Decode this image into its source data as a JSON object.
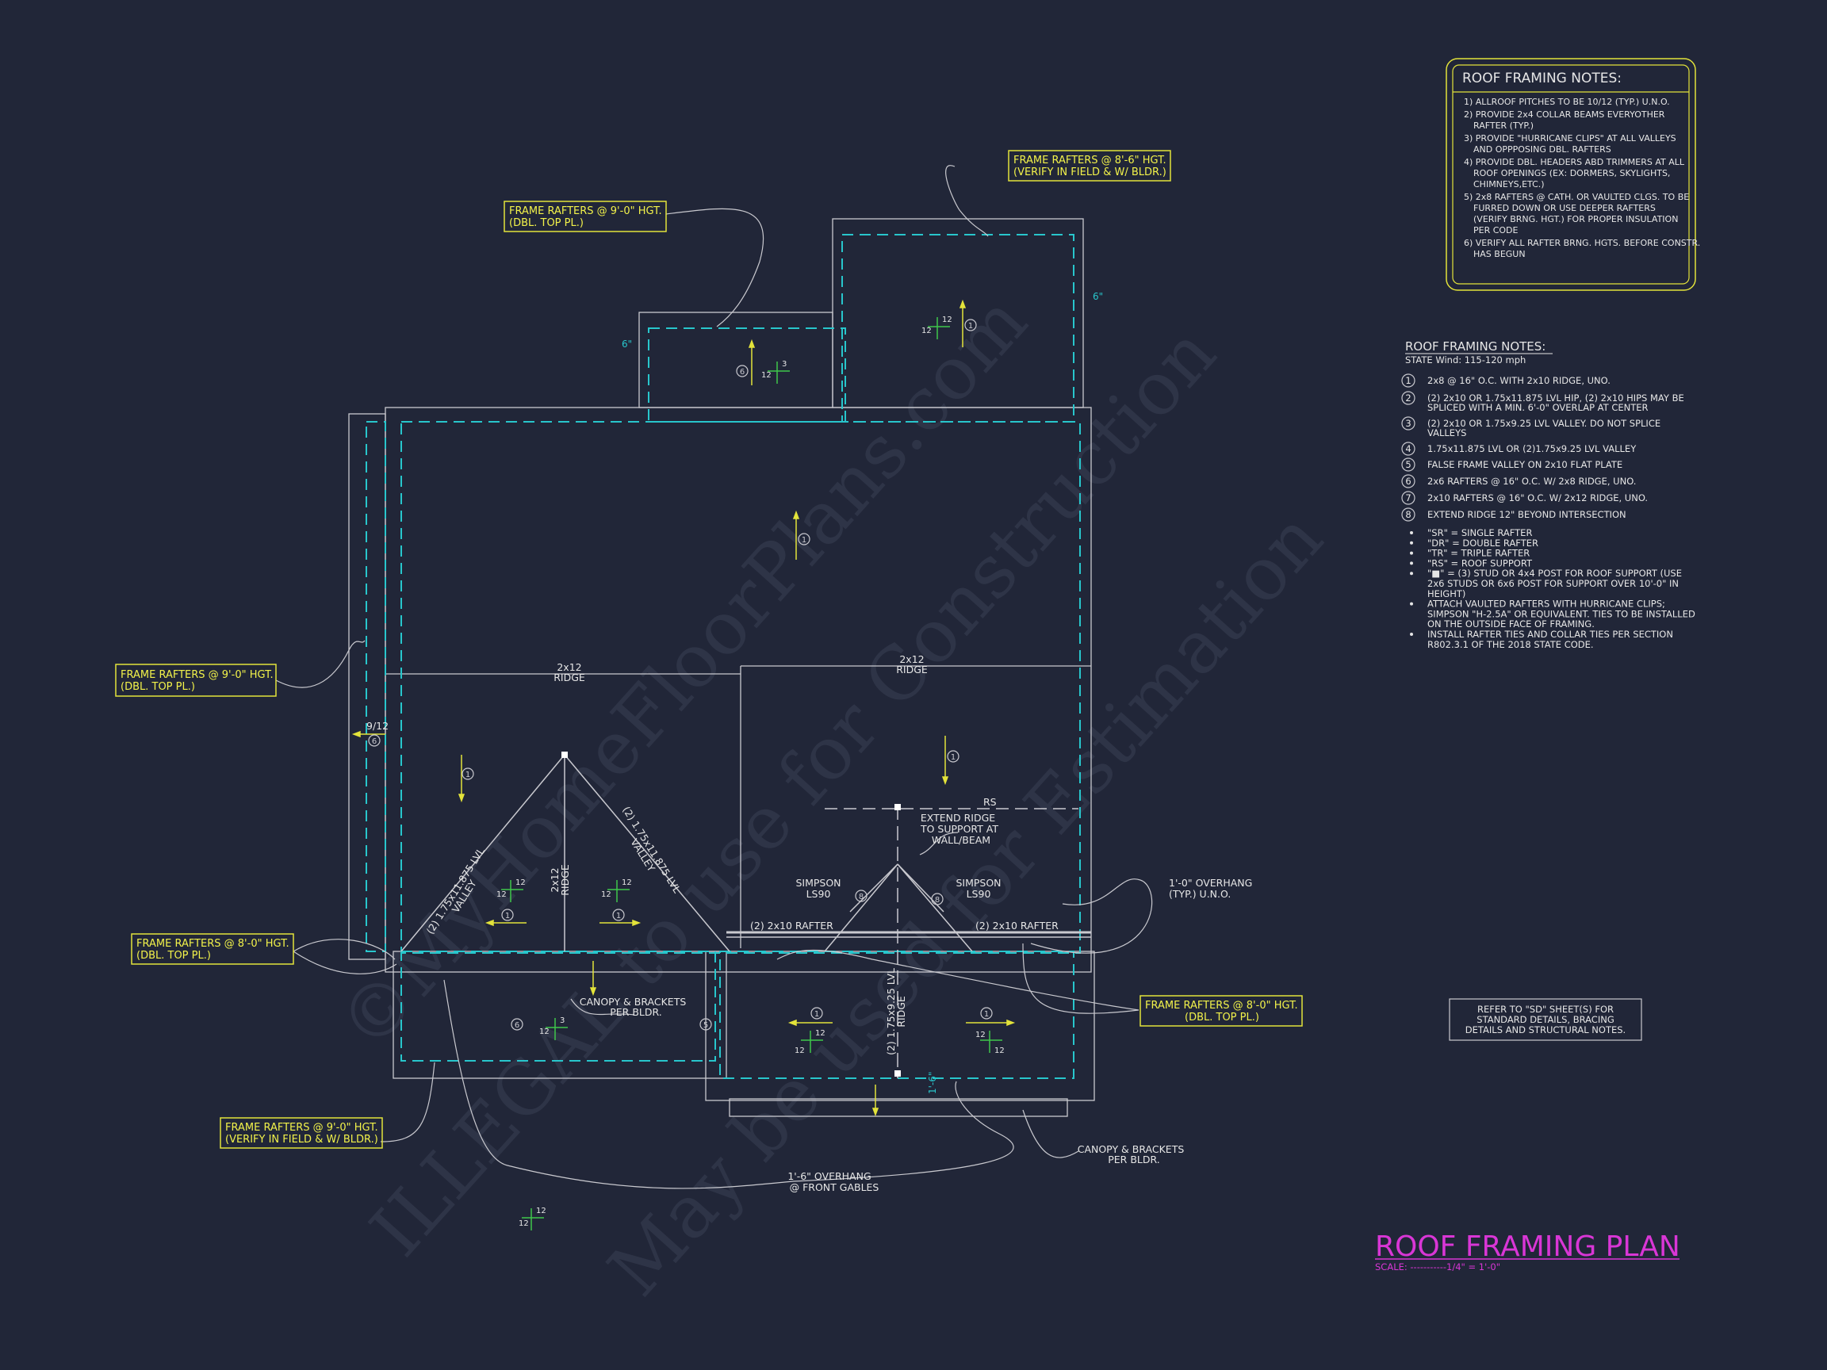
{
  "watermark": {
    "line1": "©MyHomeFloorPlans.com",
    "line2": "ILLEGAL to use for Construction",
    "line3": "May be used for Estimation"
  },
  "notes_box": {
    "title": "ROOF FRAMING NOTES:",
    "lines": [
      "1) ALLROOF PITCHES TO BE  10/12 (TYP.) U.N.O.",
      "2) PROVIDE 2x4 COLLAR BEAMS EVERYOTHER",
      "RAFTER (TYP.)",
      "3) PROVIDE \"HURRICANE CLIPS\" AT ALL VALLEYS",
      "AND OPPPOSING DBL. RAFTERS",
      "4) PROVIDE DBL. HEADERS ABD TRIMMERS AT ALL",
      "ROOF OPENINGS (EX: DORMERS, SKYLIGHTS,",
      "CHIMNEYS,ETC.)",
      "5) 2x8 RAFTERS @ CATH. OR VAULTED CLGS. TO BE",
      "FURRED DOWN OR USE DEEPER RAFTERS",
      "(VERIFY BRNG. HGT.) FOR PROPER INSULATION",
      "PER CODE",
      "6) VERIFY ALL RAFTER BRNG. HGTS. BEFORE CONSTR.",
      "HAS BEGUN"
    ]
  },
  "legend": {
    "title": "ROOF FRAMING NOTES:",
    "wind": "STATE Wind: 115-120 mph",
    "items": [
      {
        "num": "1",
        "text": "2x8 @ 16\" O.C. WITH 2x10 RIDGE, UNO."
      },
      {
        "num": "2",
        "text": "(2) 2x10 OR 1.75x11.875 LVL HIP, (2) 2x10 HIPS MAY BE",
        "text2": "SPLICED WITH A MIN. 6'-0\" OVERLAP AT CENTER"
      },
      {
        "num": "3",
        "text": "(2) 2x10 OR 1.75x9.25 LVL VALLEY. DO NOT SPLICE",
        "text2": "VALLEYS"
      },
      {
        "num": "4",
        "text": "1.75x11.875 LVL OR (2)1.75x9.25 LVL VALLEY"
      },
      {
        "num": "5",
        "text": "FALSE FRAME VALLEY ON 2x10 FLAT PLATE"
      },
      {
        "num": "6",
        "text": "2x6 RAFTERS @ 16\" O.C. W/ 2x8 RIDGE, UNO."
      },
      {
        "num": "7",
        "text": "2x10 RAFTERS @ 16\" O.C. W/ 2x12 RIDGE, UNO."
      },
      {
        "num": "8",
        "text": "EXTEND RIDGE 12\" BEYOND INTERSECTION"
      }
    ],
    "bullets": [
      "\"SR\"  = SINGLE RAFTER",
      "\"DR\" = DOUBLE RAFTER",
      "\"TR\" = TRIPLE RAFTER",
      "\"RS\" = ROOF SUPPORT",
      "\"■\" = (3) STUD OR 4x4 POST FOR ROOF SUPPORT (USE",
      "2x6 STUDS OR 6x6 POST FOR SUPPORT OVER 10'-0\" IN",
      "HEIGHT)",
      "ATTACH VAULTED RAFTERS WITH HURRICANE CLIPS;",
      "SIMPSON \"H-2.5A\" OR EQUIVALENT. TIES TO BE INSTALLED",
      "ON THE OUTSIDE FACE OF FRAMING.",
      "INSTALL RAFTER TIES AND COLLAR TIES PER SECTION",
      "R802.3.1 OF THE 2018 STATE CODE."
    ]
  },
  "refer_box": [
    "REFER TO \"SD\" SHEET(S) FOR",
    "STANDARD DETAILS, BRACING",
    "DETAILS AND STRUCTURAL NOTES."
  ],
  "title": {
    "main": "ROOF FRAMING PLAN",
    "scale": "SCALE: -----------1/4\" = 1'-0\""
  },
  "callouts": {
    "c1": [
      "FRAME RAFTERS @ 9'-0\" HGT.",
      "(DBL. TOP PL.)"
    ],
    "c2": [
      "FRAME RAFTERS @ 8'-6\" HGT.",
      "(VERIFY IN FIELD & W/ BLDR.)"
    ],
    "c3": [
      "FRAME RAFTERS @ 9'-0\" HGT.",
      "(DBL. TOP PL.)"
    ],
    "c4": [
      "FRAME RAFTERS @ 8'-0\" HGT.",
      "(DBL. TOP PL.)"
    ],
    "c5": [
      "FRAME RAFTERS @ 8'-0\" HGT.",
      "(DBL. TOP PL.)"
    ],
    "c6": [
      "FRAME RAFTERS @ 9'-0\" HGT.",
      "(VERIFY IN FIELD & W/ BLDR.)"
    ]
  },
  "annotations": {
    "ridge_left": [
      "2x12",
      "RIDGE"
    ],
    "ridge_right": [
      "2x12",
      "RIDGE"
    ],
    "rs": "RS",
    "extend_ridge": [
      "EXTEND RIDGE",
      "TO SUPPORT AT",
      "WALL/BEAM"
    ],
    "simpson_left": [
      "SIMPSON",
      "LS90"
    ],
    "simpson_right": [
      "SIMPSON",
      "LS90"
    ],
    "overhang_side": [
      "1'-0\" OVERHANG",
      "(TYP.) U.N.O."
    ],
    "rafter_left": "(2) 2x10 RAFTER",
    "rafter_right": "(2) 2x10 RAFTER",
    "canopy_1": [
      "CANOPY & BRACKETS",
      "PER BLDR."
    ],
    "canopy_2": [
      "CANOPY & BRACKETS",
      "PER BLDR."
    ],
    "overhang_front": [
      "1'-6\" OVERHANG",
      "@ FRONT GABLES"
    ],
    "valley_left": [
      "(2) 1.75x11.875 LVL",
      "VALLEY"
    ],
    "valley_right": [
      "(2) 1.75x11.875 LVL",
      "VALLEY"
    ],
    "ridge_vert": [
      "2x12",
      "RIDGE"
    ],
    "lvl_ridge": [
      "(2) 1.75x9.25 LVL",
      "RIDGE"
    ],
    "pitch_912": "9/12",
    "dim_6": "6\"",
    "dim_16": "1'-6\""
  },
  "pitch": {
    "rise": "12",
    "run": "12",
    "run3": "3"
  },
  "markers": {
    "m1": "1",
    "m5": "5",
    "m6": "6",
    "m8": "8"
  }
}
